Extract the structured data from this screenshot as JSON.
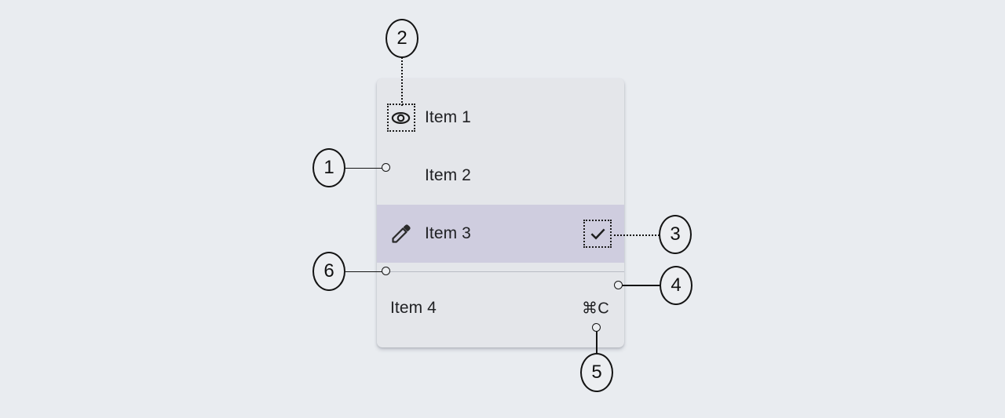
{
  "page": {
    "background_color": "#e9ecf0"
  },
  "menu": {
    "name": "menu-panel",
    "background_color": "#e4e6ea",
    "selected_row_color": "#cfcddf",
    "separator_color": "#b9bcc4",
    "items": [
      {
        "label": "Item 1",
        "icon": "eye-icon",
        "icon_focused": true,
        "selected": false,
        "shortcut": "",
        "trailing_icon": ""
      },
      {
        "label": "Item 2",
        "icon": "",
        "icon_focused": false,
        "selected": false,
        "shortcut": "",
        "trailing_icon": ""
      },
      {
        "label": "Item 3",
        "icon": "pencil-icon",
        "icon_focused": false,
        "selected": true,
        "shortcut": "",
        "trailing_icon": "check-icon"
      },
      {
        "label": "Item 4",
        "icon": "",
        "icon_focused": false,
        "selected": false,
        "shortcut": "⌘C",
        "trailing_icon": ""
      }
    ]
  },
  "annotations": [
    {
      "id": "1",
      "label": "1",
      "target": "menu-panel-left-edge",
      "line_style": "solid",
      "endpoint": "circle"
    },
    {
      "id": "2",
      "label": "2",
      "target": "eye-icon-focus-box",
      "line_style": "dotted",
      "endpoint": "none"
    },
    {
      "id": "3",
      "label": "3",
      "target": "check-icon-focus-box",
      "line_style": "dotted",
      "endpoint": "none"
    },
    {
      "id": "4",
      "label": "4",
      "target": "menu-panel-right-edge",
      "line_style": "solid",
      "endpoint": "circle"
    },
    {
      "id": "5",
      "label": "5",
      "target": "shortcut-label",
      "line_style": "solid",
      "endpoint": "circle"
    },
    {
      "id": "6",
      "label": "6",
      "target": "menu-separator",
      "line_style": "solid",
      "endpoint": "circle"
    }
  ]
}
